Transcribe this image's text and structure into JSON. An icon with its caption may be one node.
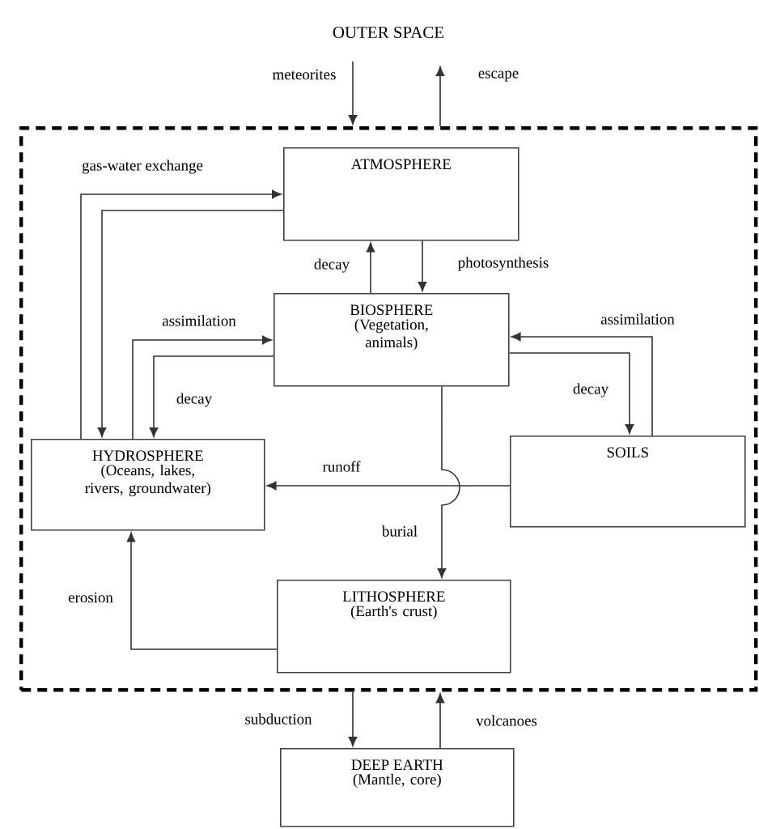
{
  "diagram": {
    "nodes": [
      {
        "text": [
          "OUTER SPACE"
        ]
      },
      {
        "text": [],
        "shape": "box"
      },
      {
        "text": [
          "ATMOSPHERE"
        ],
        "in": 1
      },
      {
        "text": [
          "BIOSPHERE",
          "(Vegetation, animals)"
        ],
        "in": 1
      },
      {
        "text": [
          "HYDROSPHERE",
          "(Oceans, lakes, rivers, groundwater)"
        ],
        "in": 1
      },
      {
        "text": [
          "SOILS"
        ],
        "in": 1
      },
      {
        "text": [
          "LITHOSPHERE",
          "(Earth's crust)"
        ],
        "in": 1
      },
      {
        "text": [
          "DEEP EARTH",
          "(Mantle, core)"
        ]
      }
    ],
    "edges": [
      {
        "from": 0,
        "to": 1,
        "arrow": "to",
        "label": "meteorites"
      },
      {
        "from": 1,
        "to": 0,
        "arrow": "to",
        "label": "escape"
      },
      {
        "from": 4,
        "to": 2,
        "arrow": "to",
        "label": "gas-water exchange"
      },
      {
        "from": 2,
        "to": 4,
        "arrow": "to"
      },
      {
        "from": 3,
        "to": 2,
        "arrow": "to",
        "label": "decay"
      },
      {
        "from": 2,
        "to": 3,
        "arrow": "to",
        "label": "photosynthesis"
      },
      {
        "from": 4,
        "to": 3,
        "arrow": "to",
        "label": "assimilation"
      },
      {
        "from": 3,
        "to": 4,
        "arrow": "to",
        "label": "decay"
      },
      {
        "from": 5,
        "to": 3,
        "arrow": "to",
        "label": "assimilation"
      },
      {
        "from": 3,
        "to": 5,
        "arrow": "to",
        "label": "decay"
      },
      {
        "from": 5,
        "to": 4,
        "arrow": "to",
        "label": "runoff"
      },
      {
        "from": 3,
        "to": 6,
        "arrow": "to",
        "label": "burial"
      },
      {
        "from": 6,
        "to": 4,
        "arrow": "to",
        "label": "erosion"
      },
      {
        "from": 1,
        "to": 7,
        "arrow": "to",
        "label": "subduction"
      },
      {
        "from": 7,
        "to": 1,
        "arrow": "to",
        "label": "volcanoes"
      }
    ]
  }
}
